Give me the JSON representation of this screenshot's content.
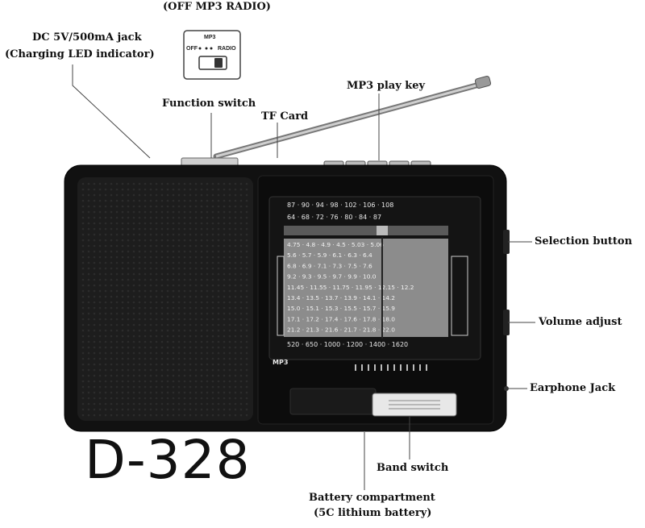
{
  "model": "D-328",
  "switch_inset": {
    "header": "(OFF  MP3  RADIO)",
    "mp3": "MP3",
    "off": "OFF",
    "radio": "RADIO"
  },
  "labels": {
    "dc_jack_1": "DC 5V/500mA jack",
    "dc_jack_2": "(Charging LED indicator)",
    "function_switch": "Function switch",
    "tf_card": "TF Card",
    "mp3_play_key": "MP3 play key",
    "selection_button": "Selection button",
    "volume_adjust": "Volume adjust",
    "earphone_jack": "Earphone Jack",
    "band_switch": "Band switch",
    "battery_1": "Battery compartment",
    "battery_2": "(5C lithium battery)"
  },
  "dial": {
    "fm1": "87 · 90 · 94 · 98 · 102 · 106 · 108",
    "fm2": "64 · 68 · 72 · 76 · 80 · 84 · 87",
    "mw": "520 · 650 · 1000 · 1200 · 1400 · 1620",
    "sw_rows": [
      "4.75 · 4.8 · 4.9 · 4.5 · 5.03 · 5.06",
      "5.6 · 5.7 · 5.9 · 6.1 · 6.3 · 6.4",
      "6.8 · 6.9 · 7.1 · 7.3 · 7.5 · 7.6",
      "9.2 · 9.3 · 9.5 · 9.7 · 9.9 · 10.0",
      "11.45 · 11.55 · 11.75 · 11.95 · 12.15 · 12.2",
      "13.4 · 13.5 · 13.7 · 13.9 · 14.1 · 14.2",
      "15.0 · 15.1 · 15.3 · 15.5 · 15.7 · 15.9",
      "17.1 · 17.2 · 17.4 · 17.6 · 17.8 · 18.0",
      "21.2 · 21.3 · 21.6 · 21.7 · 21.8 · 22.0"
    ],
    "mp3_tag": "MP3"
  }
}
